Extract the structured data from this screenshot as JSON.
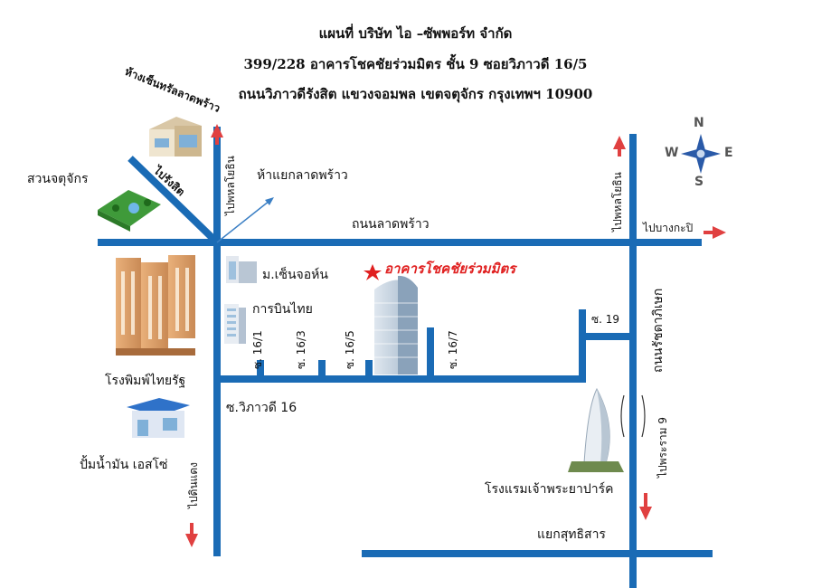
{
  "header": {
    "line1": "แผนที่ บริษัท ไอ –ซัพพอร์ท จำกัด",
    "line2": "399/228  อาคารโชคชัยร่วมมิตร ชั้น 9 ซอยวิภาวดี 16/5",
    "line3": "ถนนวิภาวดีรังสิต แขวงจอมพล เขตจตุจักร กรุงเทพฯ 10900"
  },
  "compass": {
    "n": "N",
    "s": "S",
    "e": "E",
    "w": "W"
  },
  "labels": {
    "central_ladprao": "ห้างเซ็นทรัลลาดพร้าว",
    "to_rangsit": "ไปรังสิต",
    "chatuchak_park": "สวนจตุจักร",
    "to_phahon": "ไปพหลโยธิน",
    "ha_yaek": "ห้าแยกลาดพร้าว",
    "ladprao_road": "ถนนลาดพร้าว",
    "to_phahon_right": "ไปพหลโยธิน",
    "to_bangkapi": "ไปบางกะปิ",
    "chokchai_building": "อาคารโชคชัยร่วมมิตร",
    "m_sen_jorhor": "ม.เซ็นจอห์น",
    "thai_airways": "การบินไทย",
    "soi_19": "ซ. 19",
    "ratchadaphisek": "ถนนรัชดาภิเษก",
    "soi_16_1": "ซ. 16/1",
    "soi_16_3": "ซ. 16/3",
    "soi_16_5": "ซ. 16/5",
    "soi_16_7": "ซ. 16/7",
    "thai_rath_press": "โรงพิมพ์ไทยรัฐ",
    "soi_vibhavadi_16": "ซ.วิภาวดี 16",
    "to_phra_ram_9": "ไปพระราม 9",
    "gas_station": "ปั้มน้ำมัน เอสโซ่",
    "to_din_daeng": "ไปดินแดง",
    "chaophraya_park_hotel": "โรงแรมเจ้าพระยาปาร์ค",
    "suthisarn_intersection": "แยกสุทธิสาร"
  },
  "colors": {
    "road": "#1a6bb5",
    "arrow": "#e04040",
    "accent": "#e02020"
  }
}
